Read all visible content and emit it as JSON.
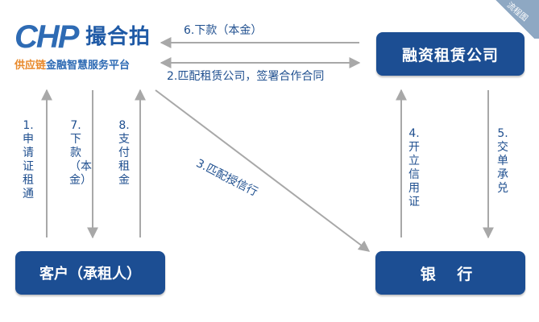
{
  "logo": {
    "brand": "CHP",
    "name_cn": "撮合拍",
    "tagline_a": "供应链",
    "tagline_b": "金融智慧服务平台"
  },
  "corner_label": "流程图",
  "colors": {
    "box": "#1c4e93",
    "arrow": "#a8a8a8",
    "label": "#1f4f8f",
    "brand_orange": "#e8892b"
  },
  "nodes": {
    "leasing_company": "融资租赁公司",
    "customer": "客户（承租人）",
    "bank": "银 行"
  },
  "steps": {
    "s1": "1.申请证租通",
    "s2": "2.匹配租赁公司，签署合作合同",
    "s3": "3.匹配授信行",
    "s4": "4.开立信用证",
    "s5": "5.交单承兑",
    "s6": "6.下款（本金）",
    "s7": "7.下款（本金）",
    "s8": "8.支付租金"
  }
}
